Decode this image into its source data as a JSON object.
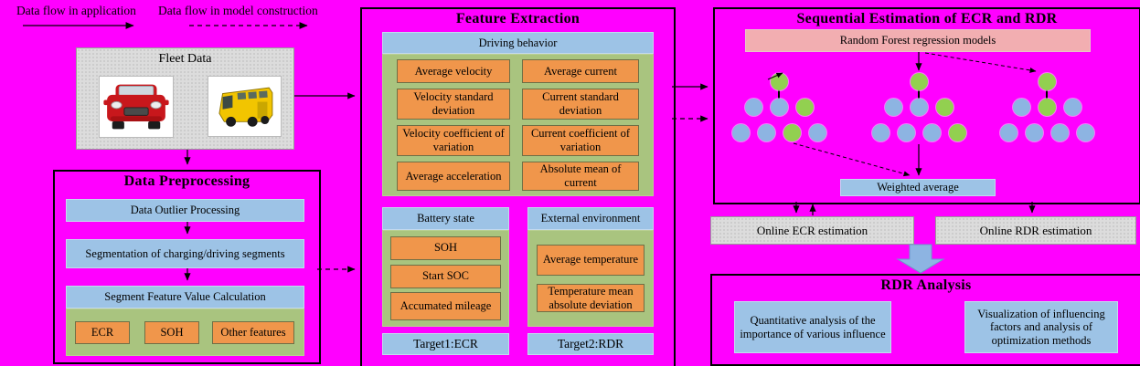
{
  "legend": {
    "application_label": "Data flow in application",
    "model_label": "Data flow in model construction"
  },
  "fleet": {
    "title": "Fleet Data",
    "car_icon": "red-car-icon",
    "bus_icon": "yellow-bus-icon"
  },
  "preprocessing": {
    "title": "Data Preprocessing",
    "step1": "Data Outlier Processing",
    "step2": "Segmentation of charging/driving segments",
    "step3": "Segment Feature Value Calculation",
    "features": [
      "ECR",
      "SOH",
      "Other features"
    ]
  },
  "feature_extraction": {
    "title": "Feature Extraction",
    "driving": {
      "header": "Driving behavior",
      "items": [
        "Average velocity",
        "Average current",
        "Velocity standard deviation",
        "Current standard deviation",
        "Velocity coefficient of variation",
        "Current coefficient of variation",
        "Average acceleration",
        "Absolute mean of current"
      ]
    },
    "battery": {
      "header": "Battery state",
      "items": [
        "SOH",
        "Start SOC",
        "Accumated mileage"
      ],
      "target": "Target1:ECR"
    },
    "environment": {
      "header": "External environment",
      "items": [
        "Average temperature",
        "Temperature mean absolute deviation"
      ],
      "target": "Target2:RDR"
    }
  },
  "sequential": {
    "title": "Sequential Estimation of ECR and RDR",
    "model_box": "Random Forest regression models",
    "weighted_label": "Weighted average",
    "online_ecr": "Online ECR estimation",
    "online_rdr": "Online RDR estimation",
    "trees": [
      {
        "rows": [
          [
            "g"
          ],
          [
            "b",
            "b",
            "g"
          ],
          [
            "b",
            "b",
            "g",
            "b"
          ]
        ]
      },
      {
        "rows": [
          [
            "g"
          ],
          [
            "b",
            "b",
            "g"
          ],
          [
            "b",
            "b",
            "b",
            "g"
          ]
        ]
      },
      {
        "rows": [
          [
            "g"
          ],
          [
            "b",
            "g",
            "b"
          ],
          [
            "b",
            "b",
            "b",
            "b"
          ]
        ]
      }
    ]
  },
  "analysis": {
    "title": "RDR Analysis",
    "box1": "Quantitative analysis of the importance of various influence",
    "box2": "Visualization of influencing factors and analysis of optimization methods"
  },
  "colors": {
    "background": "#FF00FF",
    "blue_box": "#9DC3E6",
    "green_bg": "#A9C47F",
    "orange_box": "#F0964B",
    "pink_box": "#F2AEB1",
    "gray_box": "#DCDCDC",
    "node_green": "#92D050",
    "node_blue": "#8DB4E2",
    "arrow_blue": "#8DB4E2"
  }
}
